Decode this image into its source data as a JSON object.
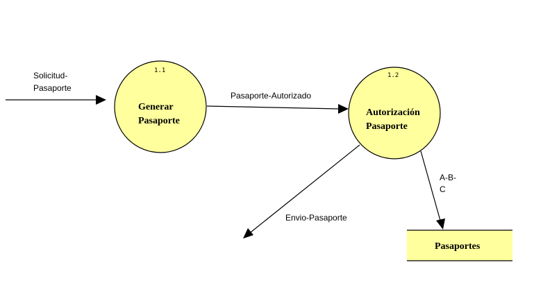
{
  "colors": {
    "process_fill": "#FFFF9E",
    "process_stroke": "#000000",
    "line": "#000000",
    "store_fill": "#FFFF9E"
  },
  "processes": [
    {
      "number": "1.1",
      "line1": "Generar",
      "line2": "Pasaporte"
    },
    {
      "number": "1.2",
      "line1": "Autorización",
      "line2": "Pasaporte"
    }
  ],
  "flows": [
    {
      "line1": "Solicitud-",
      "line2": "Pasaporte"
    },
    {
      "label": "Pasaporte-Autorizado"
    },
    {
      "label": "Envio-Pasaporte"
    },
    {
      "line1": "A-B-",
      "line2": "C"
    }
  ],
  "store": {
    "label": "Pasaportes"
  }
}
